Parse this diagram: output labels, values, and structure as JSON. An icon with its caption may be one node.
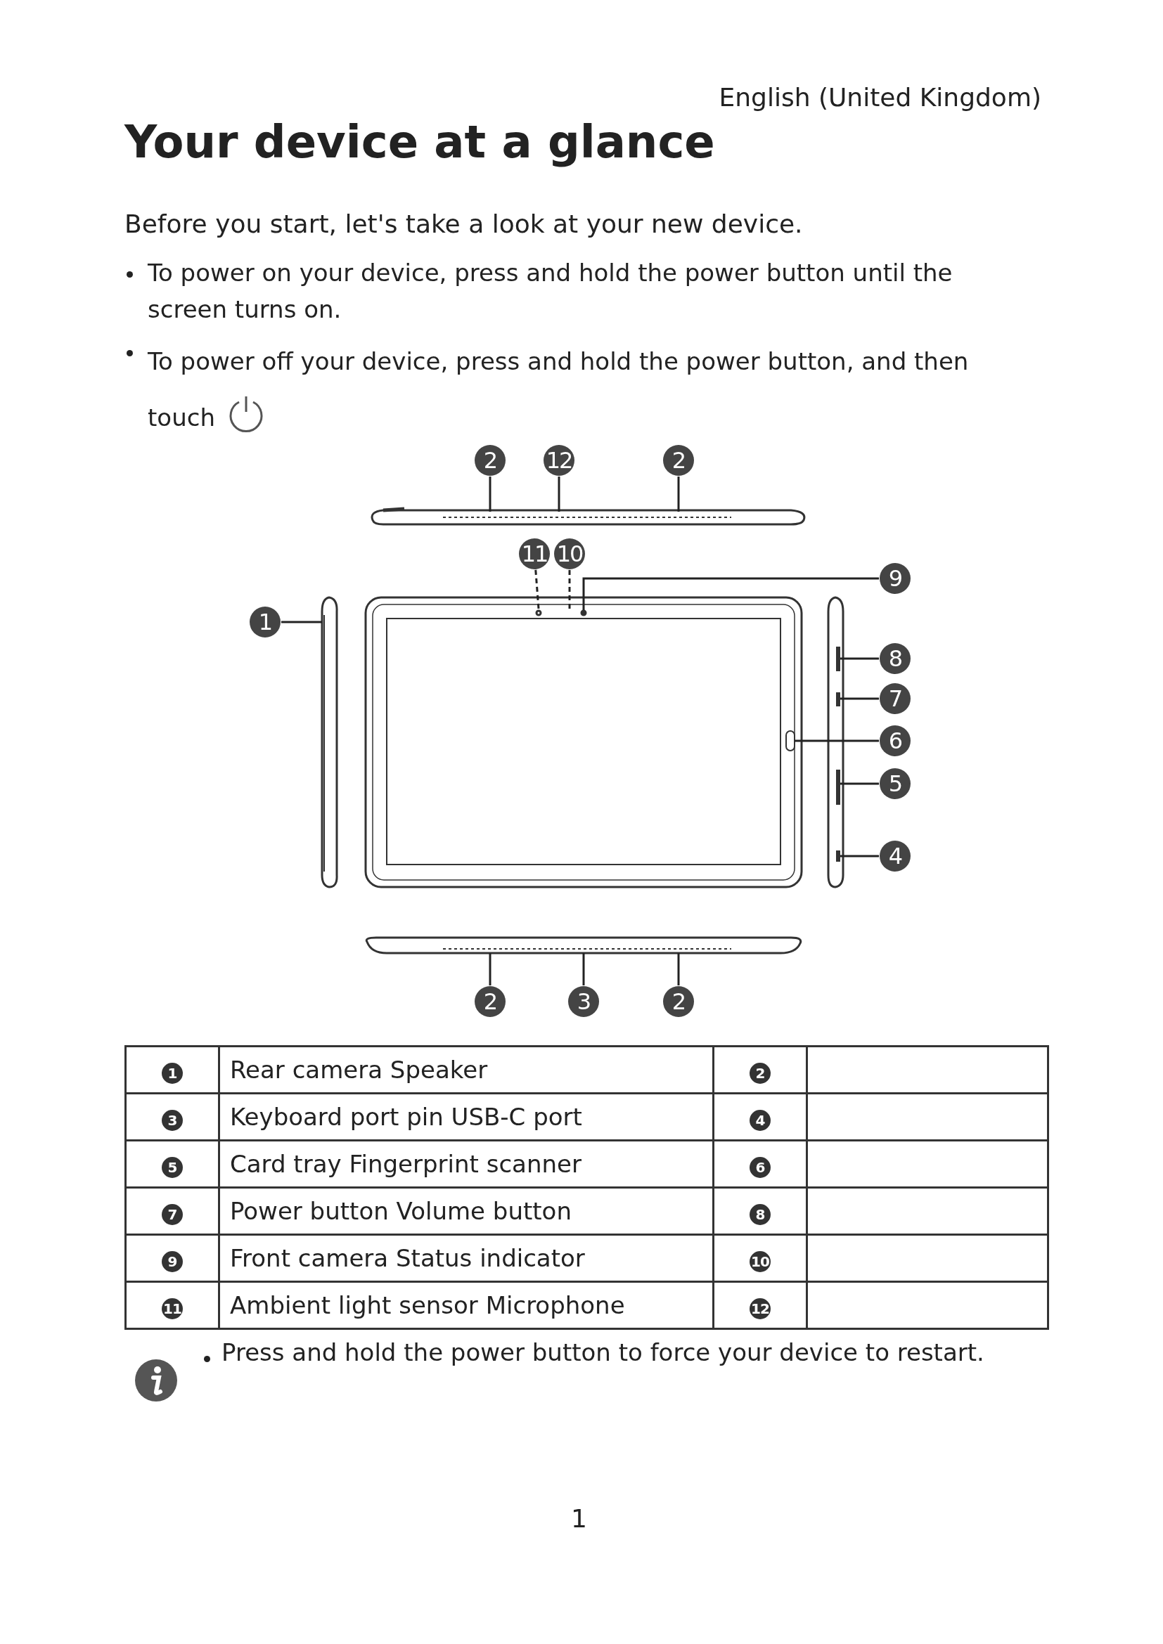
{
  "diagram": {
    "title": "Your device at a glance",
    "nodes": [
      {
        "text": [
          "2"
        ]
      },
      {
        "text": [
          "12"
        ]
      },
      {
        "text": [
          "2"
        ]
      },
      {
        "text": [
          "11"
        ]
      },
      {
        "text": [
          "10"
        ]
      },
      {
        "text": [
          "9"
        ]
      },
      {
        "text": [
          "1"
        ]
      },
      {
        "text": [
          "8"
        ]
      },
      {
        "text": [
          "7"
        ]
      },
      {
        "text": [
          "6"
        ]
      },
      {
        "text": [
          "5"
        ]
      },
      {
        "text": [
          "4"
        ]
      },
      {
        "text": [
          "2"
        ]
      },
      {
        "text": [
          "3"
        ]
      },
      {
        "text": [
          "2"
        ]
      }
    ],
    "edges": [
      {
        "from": 0,
        "to": null,
        "arrow": "none"
      },
      {
        "from": 1,
        "to": null,
        "arrow": "none"
      },
      {
        "from": 2,
        "to": null,
        "arrow": "none"
      },
      {
        "from": 3,
        "to": null,
        "arrow": "none",
        "style": "dashed"
      },
      {
        "from": 4,
        "to": null,
        "arrow": "none",
        "style": "dashed"
      },
      {
        "from": 5,
        "to": null,
        "arrow": "none"
      },
      {
        "from": 6,
        "to": null,
        "arrow": "none"
      },
      {
        "from": 7,
        "to": null,
        "arrow": "none"
      },
      {
        "from": 8,
        "to": null,
        "arrow": "none"
      },
      {
        "from": 9,
        "to": null,
        "arrow": "none"
      },
      {
        "from": 10,
        "to": null,
        "arrow": "none"
      },
      {
        "from": 11,
        "to": null,
        "arrow": "none"
      },
      {
        "from": 12,
        "to": null,
        "arrow": "none"
      },
      {
        "from": 13,
        "to": null,
        "arrow": "none"
      },
      {
        "from": 14,
        "to": null,
        "arrow": "none"
      }
    ],
    "labels": [
      "English (United Kingdom)",
      "Before you start, let's take a look at your new device.",
      "To power on your device, press and hold the power button until the screen turns on.",
      "To power off your device, press and hold the power button, and then touch",
      "1",
      "Rear camera Speaker",
      "2",
      "3",
      "Keyboard port pin USB-C port",
      "4",
      "5",
      "Card tray Fingerprint scanner",
      "6",
      "7",
      "Power button Volume button",
      "8",
      "9",
      "Front camera Status indicator",
      "10",
      "11",
      "Ambient light sensor Microphone",
      "12",
      "Press and hold the power button to force your device to restart.",
      "1"
    ]
  }
}
